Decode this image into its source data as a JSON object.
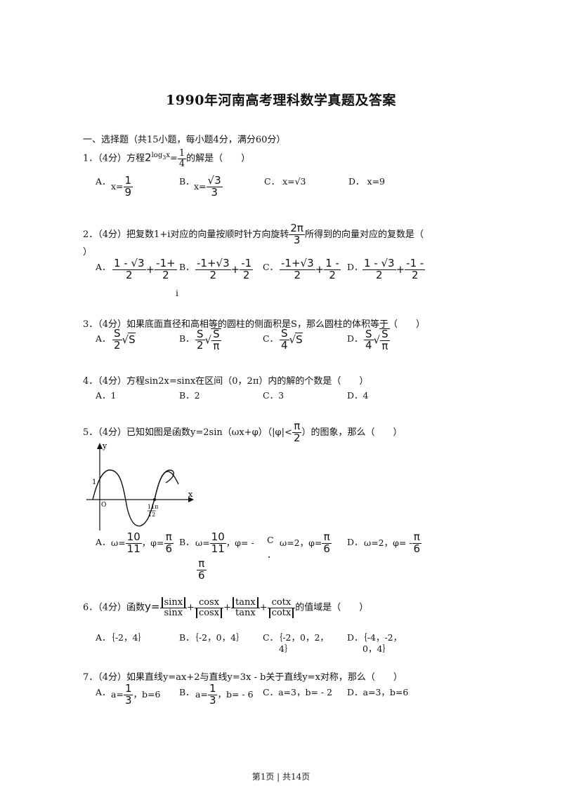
{
  "title": "1990年河南高考理科数学真题及答案",
  "section": "一、选择题（共15小题，每小题4分，满分60分）",
  "q1": {
    "num": "1．（4分）方程",
    "base": "2",
    "exp": "log",
    "expsub": "3",
    "expvar": "x",
    "eq": "=",
    "rhs_n": "1",
    "rhs_d": "4",
    "tail": "的解是（　　）",
    "A_label": "A．",
    "A_pre": "x=",
    "A_n": "1",
    "A_d": "9",
    "B_label": "B．",
    "B_pre": "x=",
    "B_n": "√3",
    "B_d": "3",
    "C_label": "C．",
    "C_val": "x=√3",
    "D_label": "D．",
    "D_val": "x=9"
  },
  "q2": {
    "num": "2．（4分）把复数1+i对应的向量按顺时针方向旋转",
    "rot_n": "2π",
    "rot_d": "3",
    "tail": "所得到的向量对应的复数是（",
    "tail2": "）",
    "A_label": "A．",
    "A1_n": "1 - √3",
    "A1_d": "2",
    "A2_n": "-1+",
    "A2_d": "2",
    "B_label": "B．",
    "B1_n": "-1+√3",
    "B1_d": "2",
    "B2_n": "-1",
    "B2_d": "2",
    "B_i": "i",
    "C_label": "C．",
    "C1_n": "-1+√3",
    "C1_d": "2",
    "C2_n": "1 -",
    "C2_d": "2",
    "D_label": "D．",
    "D1_n": "1 - √3",
    "D1_d": "2",
    "D2_n": "-1 -",
    "D2_d": "2",
    "plus": "+"
  },
  "q3": {
    "num": "3．（4分）如果底面直径和高相等的圆柱的侧面积是S，那么圆柱的体积等于（　　）",
    "A_label": "A．",
    "A_n": "S",
    "A_d": "2",
    "A_r": "S",
    "B_label": "B．",
    "B_n": "S",
    "B_d": "2",
    "B_rn": "S",
    "B_rd": "π",
    "C_label": "C．",
    "C_n": "S",
    "C_d": "4",
    "C_r": "S",
    "D_label": "D．",
    "D_n": "S",
    "D_d": "4",
    "D_rn": "S",
    "D_rd": "π"
  },
  "q4": {
    "num": "4．（4分）方程sin2x=sinx在区间（0，2π）内的解的个数是（　　）",
    "A": "A．1",
    "B": "B．2",
    "C": "C．3",
    "D": "D．4"
  },
  "q5": {
    "num": "5．（4分）已知如图是函数y=2sin（ωx+φ）（|φ|<",
    "lim_n": "π",
    "lim_d": "2",
    "tail": "）的图象，那么（　　）",
    "graph_y": "y",
    "graph_x": "x",
    "graph_one": "1",
    "graph_o": "O",
    "graph_tick_n": "11π",
    "graph_tick_d": "12",
    "A_label": "A．",
    "A_w": "ω=",
    "A_wn": "10",
    "A_wd": "11",
    "A_p": "，φ=",
    "A_pn": "π",
    "A_pd": "6",
    "B_label": "B．",
    "B_w": "ω=",
    "B_wn": "10",
    "B_wd": "11",
    "B_p": "，φ= -",
    "B_pn": "π",
    "B_pd": "6",
    "C_label": "C",
    "C_dot": "．",
    "C_w": "ω=2，φ=",
    "C_pn": "π",
    "C_pd": "6",
    "D_label": "D．",
    "D_w": "ω=2，φ= -",
    "D_pn": "π",
    "D_pd": "6"
  },
  "q6": {
    "num": "6．（4分）函数",
    "y": "y=",
    "f1_n": "sinx",
    "f1_d": "sinx",
    "f2_n": "cosx",
    "f2_d": "cosx",
    "f3_n": "tanx",
    "f3_d": "tanx",
    "f4_n": "cotx",
    "f4_d": "cotx",
    "plus": "+",
    "tail": "的值域是（　　）",
    "A": "A．｛-2，4｝",
    "B": "B．｛-2，0，4｝",
    "C1": "C．｛-2，0，2，",
    "C2": "4｝",
    "D1": "D．｛-4，-2，",
    "D2": "0，4｝"
  },
  "q7": {
    "num": "7．（4分）如果直线y=ax+2与直线y=3x - b关于直线y=x对称，那么（　　）",
    "A_label": "A．",
    "A_pre": "a=",
    "A_n": "1",
    "A_d": "3",
    "A_post": "，b=6",
    "B_label": "B．",
    "B_pre": "a=",
    "B_n": "1",
    "B_d": "3",
    "B_post": "，b= - 6",
    "C": "C．a=3，b= - 2",
    "D": "D．a=3，b=6"
  },
  "footer": "第1页 | 共14页"
}
